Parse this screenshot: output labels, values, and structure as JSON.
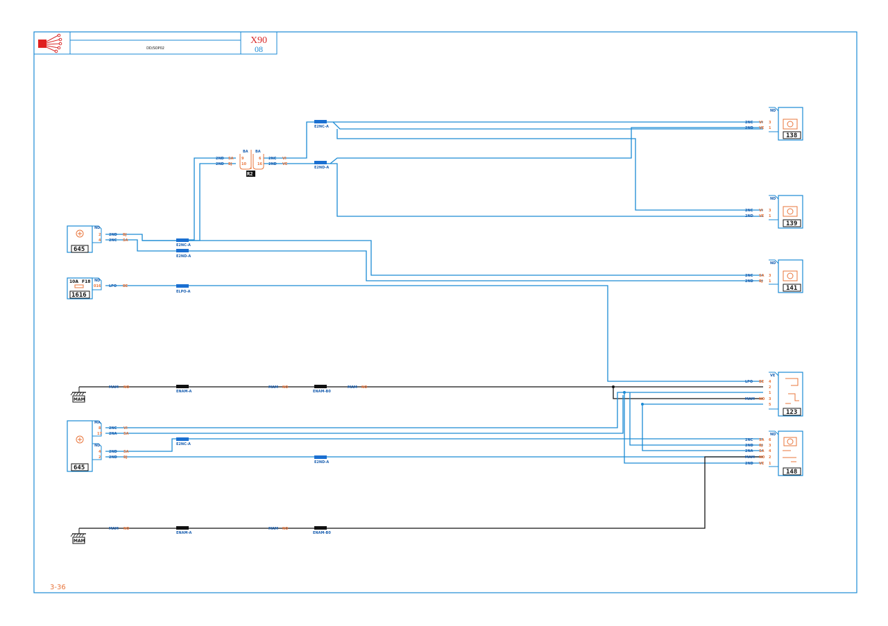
{
  "header": {
    "subtitle": "DD/SOP02",
    "code": "X90",
    "version": "08"
  },
  "page_number": "3-36",
  "components": {
    "c645_top": "645",
    "c1616": "1616",
    "fuse_rating": "10A",
    "fuse_id": "F18",
    "c138": "138",
    "c139": "139",
    "c141": "141",
    "c123": "123",
    "c148": "148",
    "c645_bot": "645",
    "ground1": "MAM",
    "ground2": "MAM",
    "splice": "R2"
  },
  "connectors": {
    "e2nc_top": "E2NC-A",
    "e2nd_top": "E2ND-A",
    "e2nc_mid": "E2NC-A",
    "e2nd_mid": "E2ND-A",
    "elpo": "ELPO-A",
    "enam_a1": "ENAM-A",
    "enam_b1": "ENAM-B0",
    "e2nc_low": "E2NC-A",
    "e2nd_low": "E2ND-A",
    "enam_a2": "ENAM-A",
    "enam_b2": "ENAM-B0"
  },
  "labels": {
    "nd": "ND",
    "ma": "MA",
    "ve": "VE",
    "ba": "BA",
    "sa": "SA",
    "bj": "BJ",
    "vi": "VI",
    "be": "BE",
    "no": "NO",
    "w2nc": "2NC",
    "w2nd": "2ND",
    "w2na": "2NA",
    "wlpo": "LPO",
    "wmam": "MAM",
    "w016": "016",
    "p1": "1",
    "p2": "2",
    "p3": "3",
    "p4": "4",
    "p5": "5",
    "p6": "6",
    "p9": "9",
    "p10": "10",
    "p16": "16",
    "p17": "17"
  }
}
